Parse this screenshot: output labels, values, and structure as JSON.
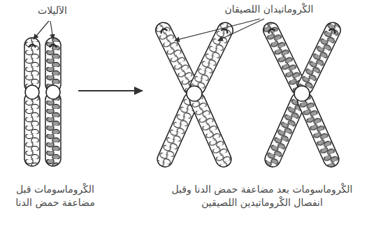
{
  "diagram": {
    "labels": [
      "الآليلات",
      "الكْروماتيدان اللصيقان",
      "الكْروماسومات قبل مضاعفة حمض الدنا",
      "الكْروماسومات بعد مضاعفة حمض الدنا وقبل انفصال الكْروماتيدين اللصيقين"
    ]
  }
}
